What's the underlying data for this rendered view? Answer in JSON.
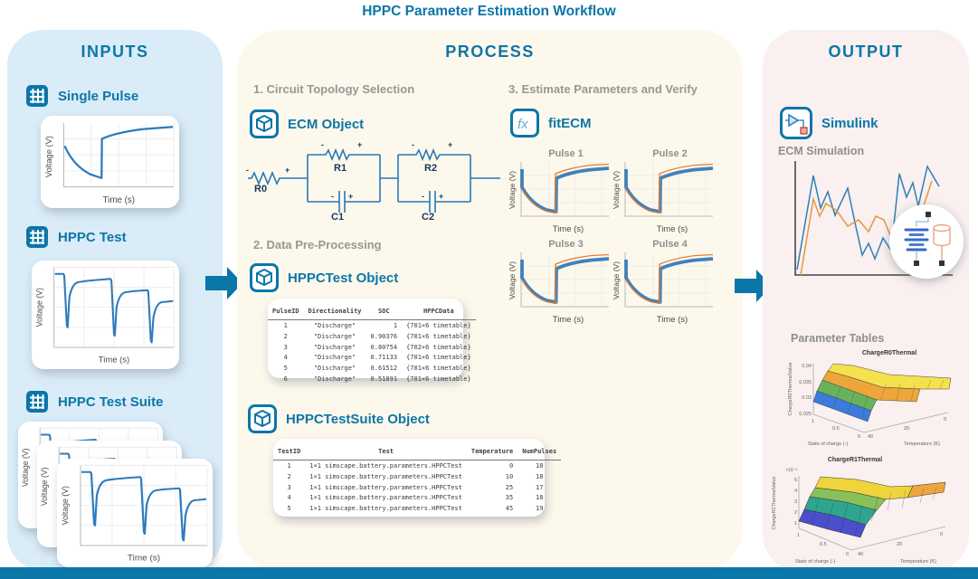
{
  "title": "HPPC Parameter Estimation Workflow",
  "panels": {
    "inputs": {
      "header": "INPUTS"
    },
    "process": {
      "header": "PROCESS"
    },
    "output": {
      "header": "OUTPUT"
    }
  },
  "axis": {
    "x": "Time (s)",
    "y": "Voltage (V)"
  },
  "icons": {
    "fx": "fx"
  },
  "colors": {
    "accent": "#0b76a8",
    "panel_inputs": "#daecf8",
    "panel_process": "#fdf8ec",
    "panel_output": "#f9f0ef",
    "chart_blue": "#2d7bbd",
    "chart_orange": "#e8882f",
    "circuit_blue": "#2678b8",
    "bottom_bar": "#0b76a8"
  },
  "inputs": {
    "items": [
      {
        "label": "Single Pulse"
      },
      {
        "label": "HPPC Test"
      },
      {
        "label": "HPPC Test Suite"
      }
    ]
  },
  "process": {
    "step1": "1. Circuit Topology Selection",
    "step2": "2. Data Pre-Processing",
    "step3": "3. Estimate Parameters and Verify",
    "ecm_object_label": "ECM Object",
    "circuit": {
      "r0": "R0",
      "r1": "R1",
      "c1": "C1",
      "r2": "R2",
      "c2": "C2",
      "plus": "+",
      "minus": "-"
    },
    "hppctest_label": "HPPCTest Object",
    "hppctest_table": {
      "columns": [
        "PulseID",
        "Directionality",
        "SOC",
        "HPPCData"
      ],
      "rows": [
        [
          "1",
          "\"Discharge\"",
          "1",
          "{701×6 timetable}"
        ],
        [
          "2",
          "\"Discharge\"",
          "0.90376",
          "{701×6 timetable}"
        ],
        [
          "3",
          "\"Discharge\"",
          "0.80754",
          "{702×6 timetable}"
        ],
        [
          "4",
          "\"Discharge\"",
          "0.71133",
          "{701×6 timetable}"
        ],
        [
          "5",
          "\"Discharge\"",
          "0.61512",
          "{701×6 timetable}"
        ],
        [
          "6",
          "\"Discharge\"",
          "0.51891",
          "{701×6 timetable}"
        ]
      ]
    },
    "suite_label": "HPPCTestSuite Object",
    "suite_table": {
      "columns": [
        "TestID",
        "Test",
        "Temperature",
        "NumPulses"
      ],
      "rows": [
        [
          "1",
          "1×1 simscape.battery.parameters.HPPCTest",
          "0",
          "18"
        ],
        [
          "2",
          "1×1 simscape.battery.parameters.HPPCTest",
          "10",
          "18"
        ],
        [
          "3",
          "1×1 simscape.battery.parameters.HPPCTest",
          "25",
          "17"
        ],
        [
          "4",
          "1×1 simscape.battery.parameters.HPPCTest",
          "35",
          "18"
        ],
        [
          "5",
          "1×1 simscape.battery.parameters.HPPCTest",
          "45",
          "19"
        ]
      ]
    },
    "fitecm_label": "fitECM",
    "pulses": [
      {
        "title": "Pulse 1"
      },
      {
        "title": "Pulse 2"
      },
      {
        "title": "Pulse 3"
      },
      {
        "title": "Pulse 4"
      }
    ]
  },
  "output": {
    "simulink_label": "Simulink",
    "ecm_sim_label": "ECM Simulation",
    "param_tables_label": "Parameter Tables",
    "surfaces": [
      {
        "title": "ChargeR0Thermal",
        "zlabel": "ChargeR0ThermalValue",
        "zticks": [
          "0.025",
          "0.03",
          "0.035",
          "0.04"
        ],
        "exponent": "",
        "soc_ticks": [
          "1",
          "0.5",
          "0"
        ],
        "temp_ticks": [
          "40",
          "20",
          "0"
        ],
        "soc_label": "State of charge (-)",
        "temp_label": "Temperature (K)",
        "band_colors": [
          "#3a7bdc",
          "#66b35c",
          "#eda63b",
          "#f5e04e"
        ]
      },
      {
        "title": "ChargeR1Thermal",
        "zlabel": "ChargeR1ThermalValue",
        "zticks": [
          "1",
          "2",
          "3",
          "4",
          "5"
        ],
        "exponent": "×10⁻³",
        "soc_ticks": [
          "1",
          "0.5",
          "0"
        ],
        "temp_ticks": [
          "40",
          "20",
          "0"
        ],
        "soc_label": "State of charge (-)",
        "temp_label": "Temperature (K)",
        "band_colors": [
          "#4a50cc",
          "#2ea58f",
          "#88c05a",
          "#f0d43c",
          "#eda63b"
        ]
      }
    ]
  }
}
